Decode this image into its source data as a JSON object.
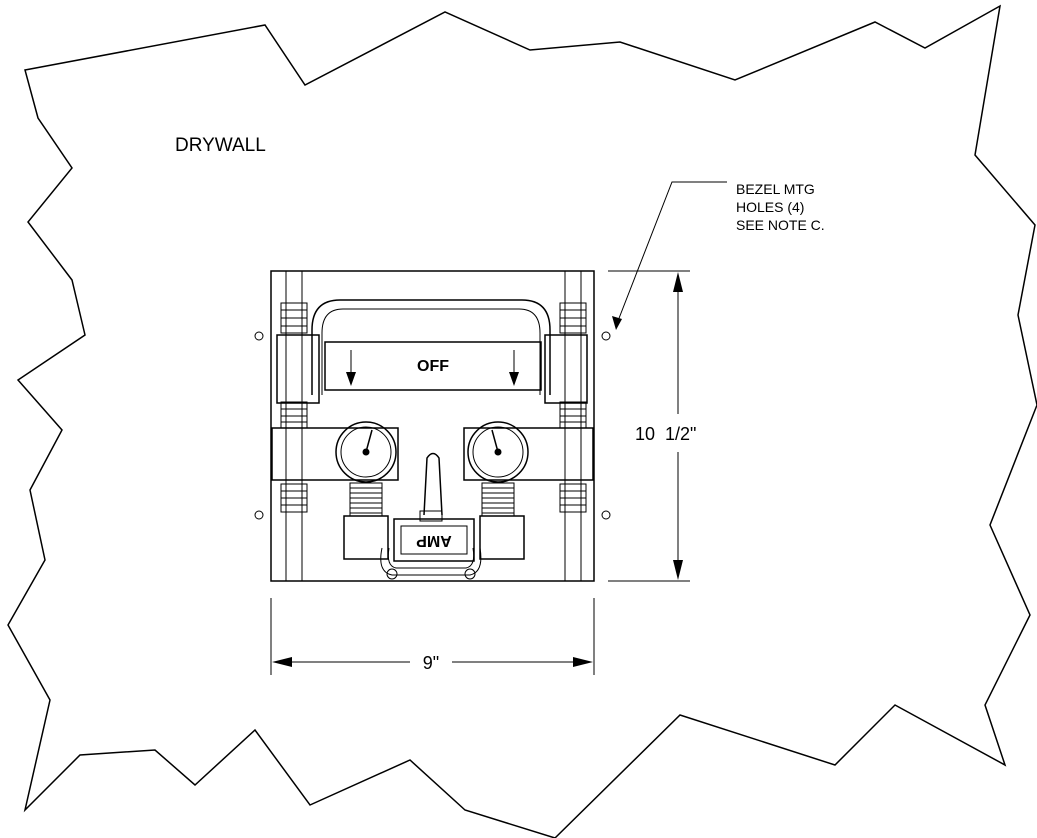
{
  "drawing": {
    "wall_label": "DRYWALL",
    "callout_line1": "BEZEL MTG",
    "callout_line2": "HOLES (4)",
    "callout_line3": "SEE NOTE C.",
    "panel_label": "OFF",
    "plug_label": "AMP",
    "height_dimension": "10  1/2\"",
    "width_dimension": "9\""
  }
}
